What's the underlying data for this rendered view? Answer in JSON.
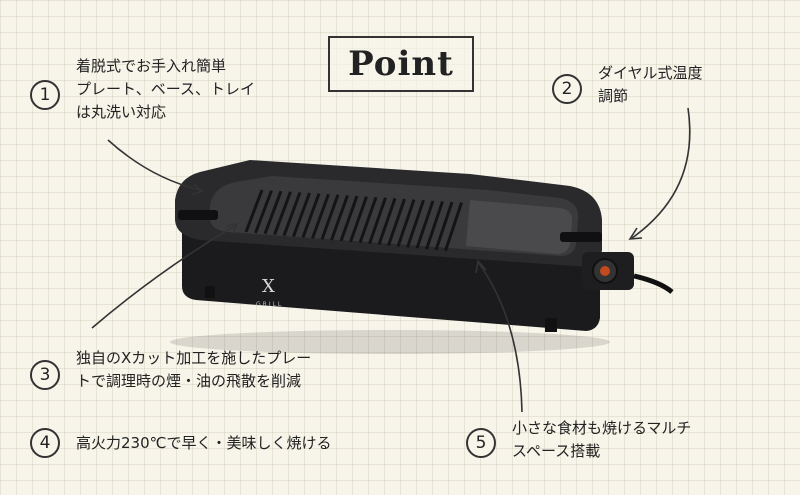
{
  "title": "Point",
  "points": [
    {
      "num": "1",
      "lines": [
        "着脱式でお手入れ簡単",
        "プレート、ベース、トレイ",
        "は丸洗い対応"
      ]
    },
    {
      "num": "2",
      "lines": [
        "ダイヤル式温度",
        "調節"
      ]
    },
    {
      "num": "3",
      "lines": [
        "独自のXカット加工を施したプレー",
        "トで調理時の煙・油の飛散を削減"
      ]
    },
    {
      "num": "4",
      "lines": [
        "高火力230℃で早く・美味しく焼ける"
      ]
    },
    {
      "num": "5",
      "lines": [
        "小さな食材も焼けるマルチ",
        "スペース搭載"
      ]
    }
  ],
  "product": {
    "logo": "X",
    "logo_sub": "GRILL"
  }
}
